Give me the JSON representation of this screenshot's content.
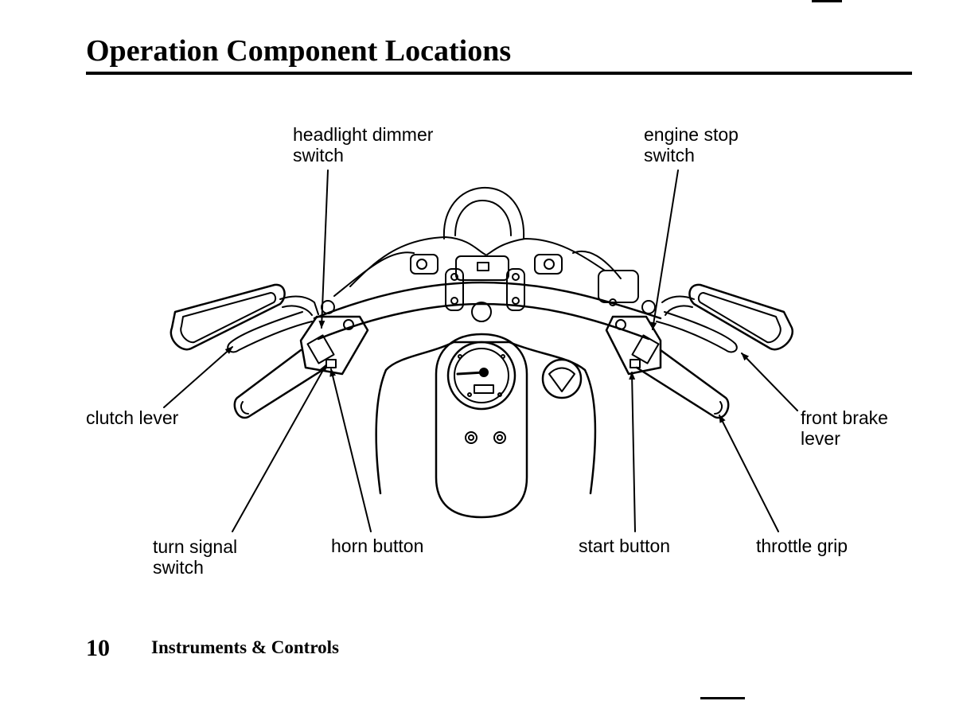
{
  "page": {
    "title": "Operation Component Locations",
    "page_number": "10",
    "section_title": "Instruments & Controls"
  },
  "labels": {
    "headlight_dimmer_switch": [
      "headlight dimmer",
      "switch"
    ],
    "engine_stop_switch": [
      "engine stop",
      "switch"
    ],
    "clutch_lever": [
      "clutch lever"
    ],
    "front_brake_lever": [
      "front brake",
      "lever"
    ],
    "turn_signal_switch": [
      "turn signal",
      "switch"
    ],
    "horn_button": [
      "horn button"
    ],
    "start_button": [
      "start button"
    ],
    "throttle_grip": [
      "throttle grip"
    ]
  },
  "illustration": {
    "subject": "motorcycle-handlebar-controls"
  }
}
